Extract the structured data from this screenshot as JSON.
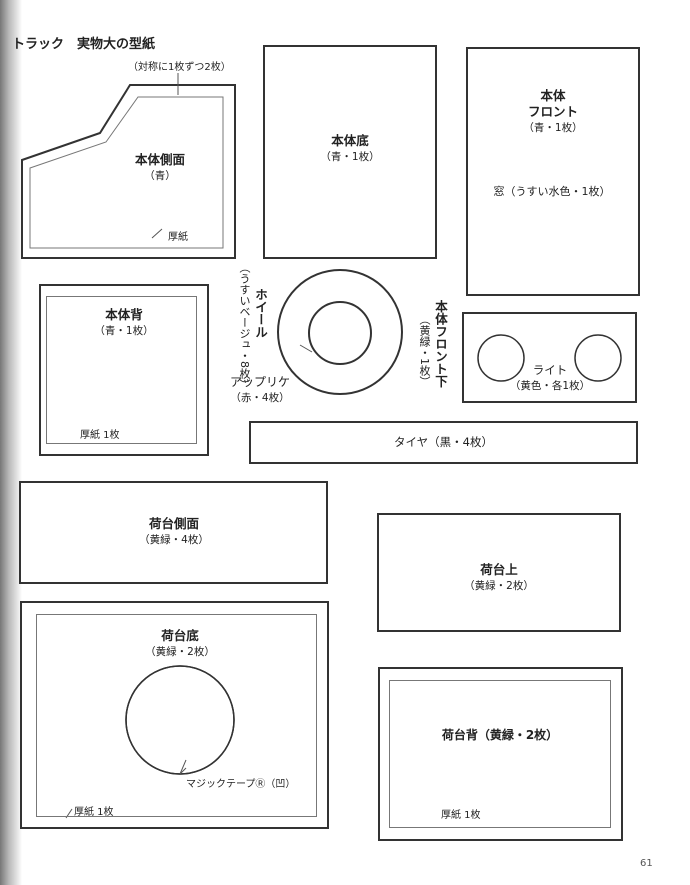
{
  "header": {
    "title": "トラック　実物大の型紙"
  },
  "pieces": {
    "side": {
      "note": "（対称に1枚ずつ2枚）",
      "name": "本体側面",
      "sub": "（青）",
      "card": "厚紙"
    },
    "bottom": {
      "name": "本体底",
      "sub": "（青・1枚）"
    },
    "front": {
      "name1": "本体",
      "name2": "フロント",
      "sub": "（青・1枚）",
      "window": "窓（うすい水色・1枚）"
    },
    "back": {
      "name": "本体背",
      "sub": "（青・1枚）",
      "card": "厚紙 1枚"
    },
    "wheel": {
      "name": "ホイール",
      "sub": "（うすいベージュ・8枚）",
      "app_name": "アップリケ",
      "app_sub": "（赤・4枚）"
    },
    "front_lower": {
      "name": "本体フロント下",
      "sub": "（黄緑・1枚）",
      "light": "ライト",
      "light_sub": "（黄色・各1枚）"
    },
    "tire": {
      "name": "タイヤ（黒・4枚）"
    },
    "bed_side": {
      "name": "荷台側面",
      "sub": "（黄緑・4枚）"
    },
    "bed_top": {
      "name": "荷台上",
      "sub": "（黄緑・2枚）"
    },
    "bed_bottom": {
      "name": "荷台底",
      "sub": "（黄緑・2枚）",
      "velcro": "マジックテープⓇ（凹）",
      "card": "厚紙 1枚"
    },
    "bed_back": {
      "name": "荷台背（黄緑・2枚）",
      "card": "厚紙 1枚"
    }
  },
  "page_number": "61"
}
